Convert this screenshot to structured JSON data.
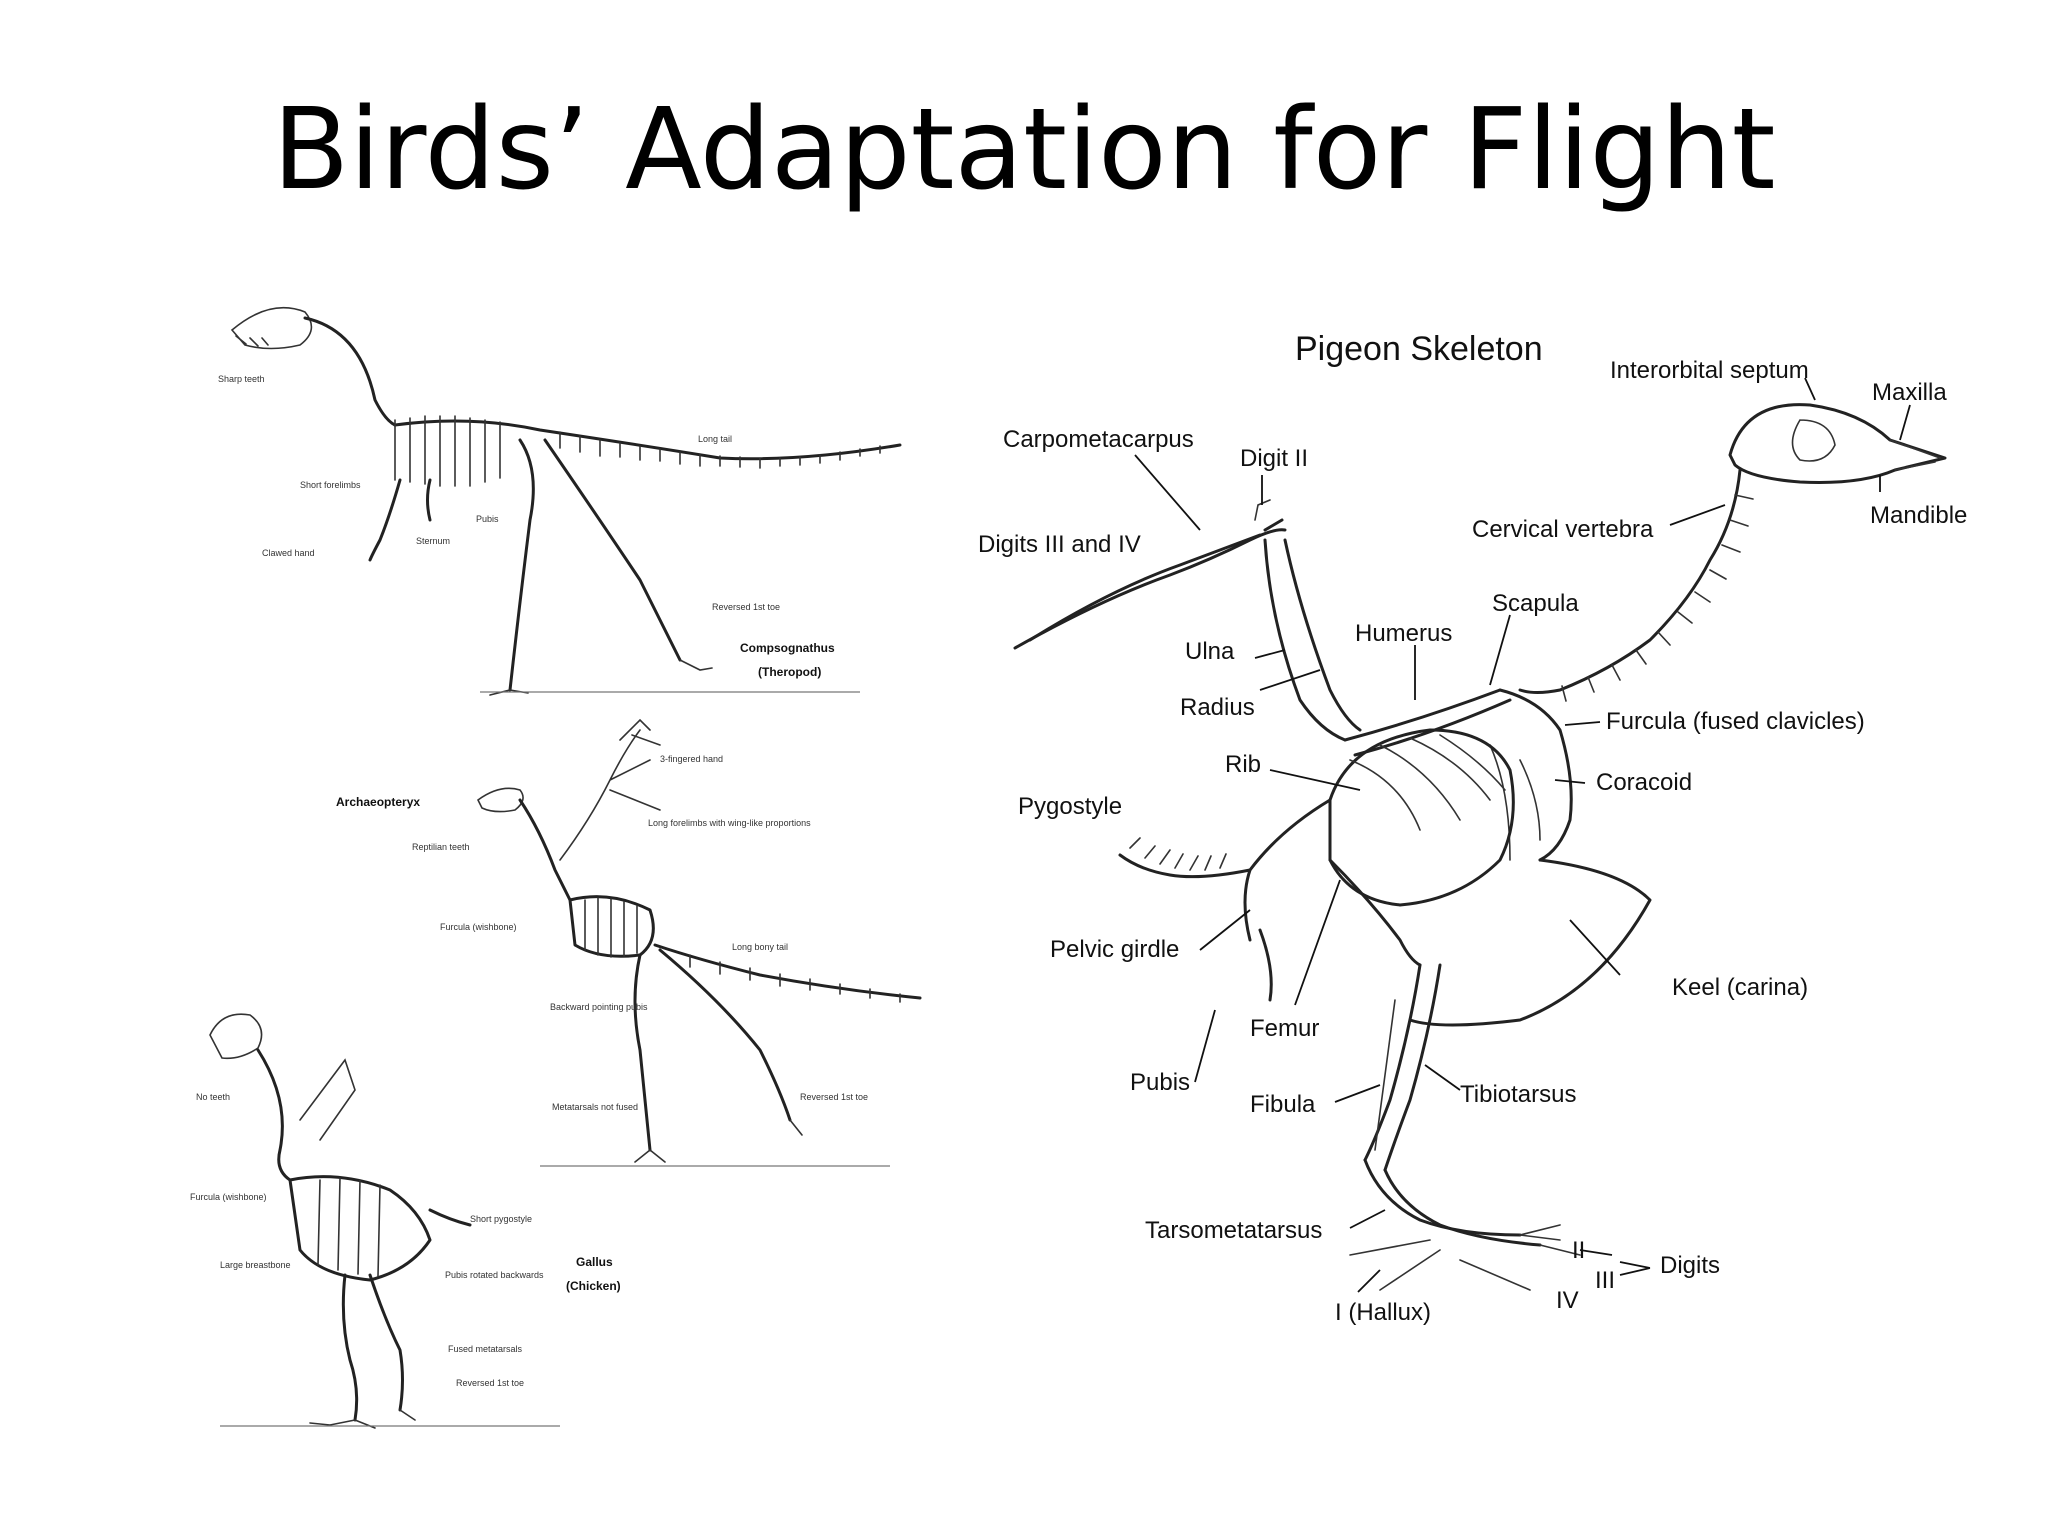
{
  "slide": {
    "title": "Birds’ Adaptation for Flight"
  },
  "left_figure": {
    "theropod": {
      "name": "Compsognathus",
      "subname": "(Theropod)",
      "labels": [
        "Sharp teeth",
        "Short forelimbs",
        "Clawed hand",
        "Sternum",
        "Pubis",
        "Long tail",
        "Reversed 1st toe"
      ]
    },
    "archaeopteryx": {
      "name": "Archaeopteryx",
      "labels": [
        "Reptilian teeth",
        "3-fingered hand",
        "Long forelimbs with wing-like proportions",
        "Furcula (wishbone)",
        "Long bony tail",
        "Backward pointing pubis",
        "Metatarsals not fused",
        "Reversed 1st toe"
      ]
    },
    "gallus": {
      "name": "Gallus",
      "subname": "(Chicken)",
      "labels": [
        "No teeth",
        "Furcula (wishbone)",
        "Large breastbone",
        "Short pygostyle",
        "Pubis rotated backwards",
        "Fused metatarsals",
        "Reversed 1st toe"
      ]
    }
  },
  "pigeon": {
    "title": "Pigeon Skeleton",
    "labels": {
      "interorbital_septum": "Interorbital septum",
      "maxilla": "Maxilla",
      "mandible": "Mandible",
      "carpometacarpus": "Carpometacarpus",
      "digit_ii": "Digit II",
      "digits_iii_iv": "Digits III and IV",
      "cervical_vertebra": "Cervical vertebra",
      "scapula": "Scapula",
      "humerus": "Humerus",
      "ulna": "Ulna",
      "radius": "Radius",
      "furcula": "Furcula (fused clavicles)",
      "rib": "Rib",
      "coracoid": "Coracoid",
      "pygostyle": "Pygostyle",
      "pelvic_girdle": "Pelvic girdle",
      "keel": "Keel (carina)",
      "femur": "Femur",
      "pubis": "Pubis",
      "fibula": "Fibula",
      "tibiotarsus": "Tibiotarsus",
      "tarsometatarsus": "Tarsometatarsus",
      "digit_2": "II",
      "digit_3": "III",
      "digit_4": "IV",
      "digits": "Digits",
      "hallux": "I (Hallux)"
    }
  }
}
